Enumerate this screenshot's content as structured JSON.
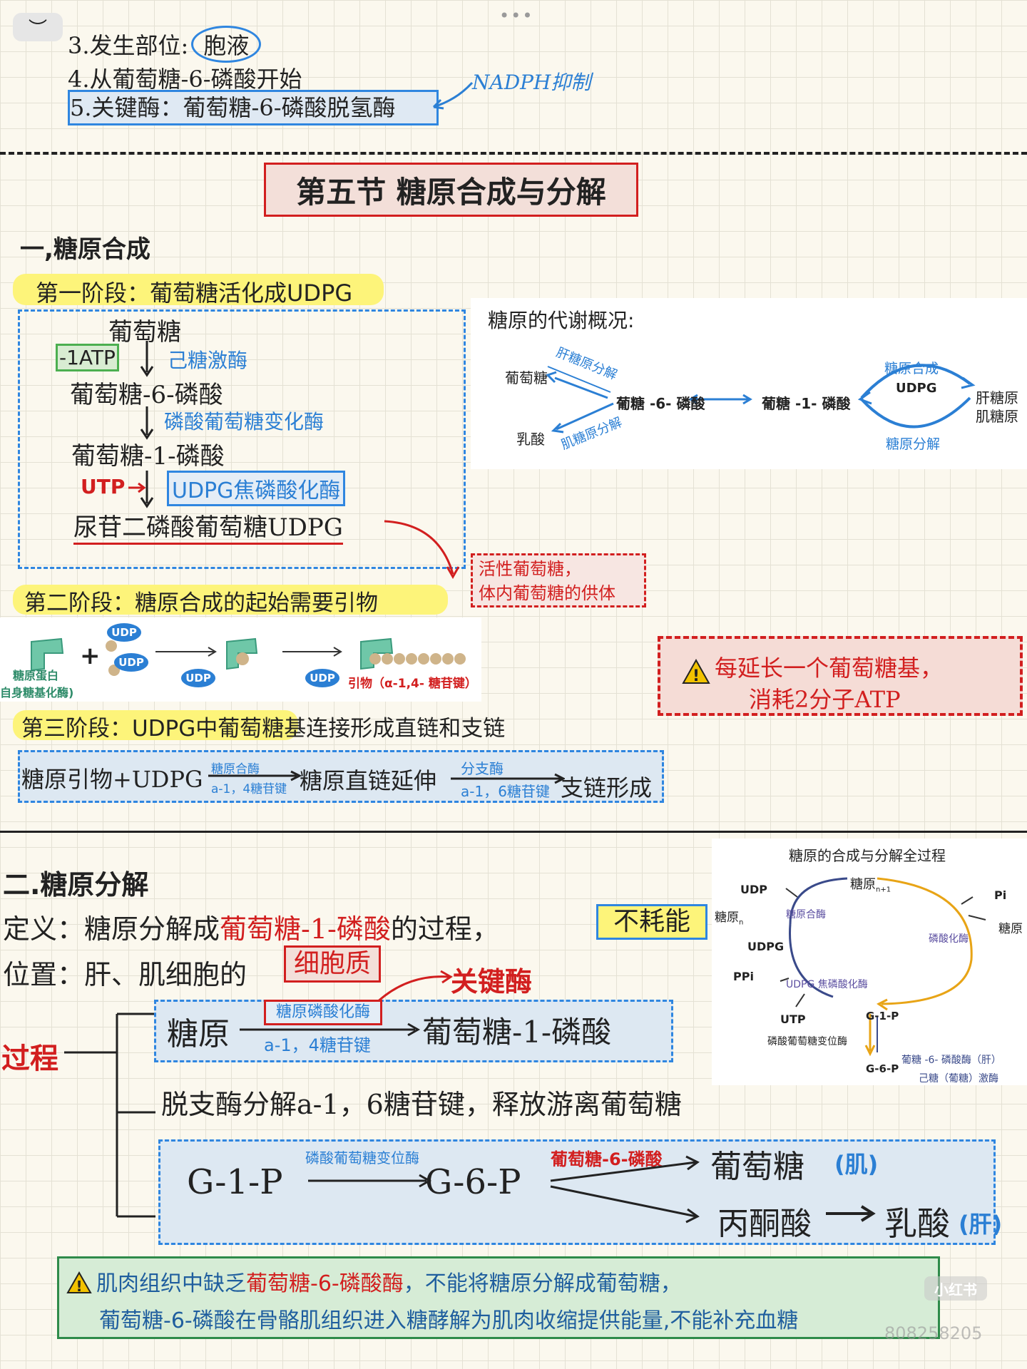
{
  "top": {
    "collapse_icon": "chevron-down-icon",
    "more_icon": "more-dots-icon",
    "line3_prefix": "3.发生部位:",
    "line3_circled": "胞液",
    "line4": "4.从葡萄糖-6-磷酸开始",
    "line5": "5.关键酶：葡萄糖-6-磷酸脱氢酶",
    "nadph_note": "NADPH抑制"
  },
  "section_title": "第五节 糖原合成与分解",
  "synthesis": {
    "heading": "一,糖原合成",
    "stage1": {
      "title": "第一阶段：葡萄糖活化成UDPG",
      "glucose": "葡萄糖",
      "atp": "-1ATP",
      "enzyme1": "己糖激酶",
      "g6p": "葡萄糖-6-磷酸",
      "enzyme2": "磷酸葡萄糖变化酶",
      "g1p": "葡萄糖-1-磷酸",
      "utp": "UTP",
      "enzyme3": "UDPG焦磷酸化酶",
      "udpg": "尿苷二磷酸葡萄糖UDPG"
    },
    "active_note_line1": "活性葡萄糖，",
    "active_note_line2": "体内葡萄糖的供体",
    "stage2": {
      "title": "第二阶段：糖原合成的起始需要引物",
      "udp_label": "UDP",
      "protein_label_1": "糖原蛋白",
      "protein_label_2": "自身糖基化酶)",
      "plus": "+",
      "primer_label": "引物（α-1,4- 糖苷键）"
    },
    "atp_note_line1": "每延长一个葡萄糖基，",
    "atp_note_line2": "消耗2分子ATP",
    "warning_icon": "warning-icon",
    "stage3": {
      "title": "第三阶段：UDPG中葡萄糖基连接形成直链和支链",
      "primer": "糖原引物+UDPG",
      "enzyme_a": "糖原合酶",
      "bond_a": "a-1，4糖苷键",
      "chain": "糖原直链延伸",
      "enzyme_b": "分支酶",
      "bond_b": "a-1，6糖苷键",
      "branch": "支链形成"
    }
  },
  "overview": {
    "title": "糖原的代谢概况:",
    "glucose": "葡萄糖",
    "lactate": "乳酸",
    "liver_decomp": "肝糖原分解",
    "muscle_decomp": "肌糖原分解",
    "g6p": "葡糖 -6- 磷酸",
    "g1p": "葡糖 -1- 磷酸",
    "synth": "糖原合成",
    "udpg": "UDPG",
    "decomp": "糖原分解",
    "liver_glycogen": "肝糖原",
    "muscle_glycogen": "肌糖原"
  },
  "decomposition": {
    "heading": "二.糖原分解",
    "def_prefix": "定义：糖原分解成",
    "def_red": "葡萄糖-1-磷酸",
    "def_suffix": "的过程，",
    "no_energy": "不耗能",
    "pos_prefix": "位置：肝、肌细胞的",
    "pos_box": "细胞质",
    "key_enzyme": "关键酶",
    "process": "过程",
    "glycogen": "糖原",
    "phosphorylase": "糖原磷酸化酶",
    "bond": "a-1，4糖苷键",
    "g1p_result": "葡萄糖-1-磷酸",
    "debranch": "脱支酶分解a-1，6糖苷键，释放游离葡萄糖",
    "g1p": "G-1-P",
    "mutase": "磷酸葡萄糖变位酶",
    "g6p": "G-6-P",
    "g6pase": "葡萄糖-6-磷酸",
    "glucose": "葡萄糖",
    "muscle_tag": "(肌)",
    "pyruvate": "丙酮酸",
    "lactate": "乳酸",
    "liver_tag": "(肝)"
  },
  "full_process": {
    "title": "糖原的合成与分解全过程",
    "glycogen_n1": "糖原",
    "n1": "n+1",
    "glycogen_n": "糖原",
    "n": "n",
    "udp": "UDP",
    "pi": "Pi",
    "glycogen_r": "糖原",
    "synthase": "糖原合酶",
    "phosphorylase": "磷酸化酶",
    "udpg": "UDPG",
    "ppi": "PPi",
    "udpg_enzyme": "UDPG 焦磷酸化酶",
    "utp": "UTP",
    "g1p": "G-1-P",
    "mutase": "磷酸葡萄糖变位酶",
    "g6p": "G-6-P",
    "g6pase": "葡糖 -6- 磷酸酶（肝）",
    "hexokinase": "己糖（葡糖）激酶"
  },
  "bottom_note": {
    "line1_prefix": "肌肉组织中缺乏",
    "line1_red": "葡萄糖-6-磷酸酶",
    "line1_suffix": "，不能将糖原分解成葡萄糖，",
    "line2": "葡萄糖-6-磷酸在骨骼肌组织进入糖酵解为肌肉收缩提供能量,不能补充血糖"
  },
  "watermark": {
    "logo": "小红书",
    "id": "808258205"
  }
}
